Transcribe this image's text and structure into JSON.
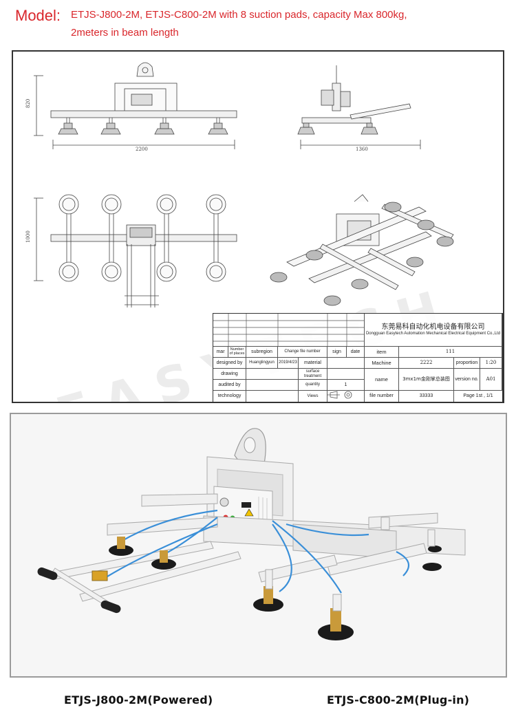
{
  "header": {
    "model_label": "Model:",
    "model_line1": "ETJS-J800-2M, ETJS-C800-2M with 8 suction pads, capacity Max 800kg,",
    "model_line2": "2meters in beam length"
  },
  "drawing": {
    "dimensions": {
      "height_front": "820",
      "width_front": "2200",
      "width_side": "1360",
      "height_top": "1000"
    },
    "watermark": "EASYTECH"
  },
  "title_block": {
    "company_cn": "东莞易科自动化机电设备有限公司",
    "company_en": "Dongguan Easytech Automation Mechanical Electrical Equipment Co.,Ltd",
    "header_row": {
      "mar": "mar",
      "number_of_places": "Number of places",
      "subregion": "subregion",
      "change_file_number": "Change file number",
      "sign": "sign",
      "date": "date"
    },
    "rows": {
      "designed_by_label": "designed by",
      "designed_by_value": "Huanglingyun",
      "designed_date": "2019/4/23",
      "material_label": "material",
      "drawing_label": "drawing",
      "surface_label": "surface treatment",
      "audited_by_label": "audited by",
      "quantity_label": "quantity",
      "quantity_value": "1",
      "technology_label": "technology",
      "views_label": "Views"
    },
    "right": {
      "item_label": "item",
      "item_value": "111",
      "machine_label": "Machine",
      "machine_value": "2222",
      "proportion_label": "proportion",
      "proportion_value": "1:20",
      "name_label": "name",
      "name_value": "3mx1m金刚掌总装图",
      "version_label": "version no.",
      "version_value": "A01",
      "file_number_label": "file number",
      "file_number_value": "33333",
      "page_label": "Page 1st , 1/1"
    }
  },
  "captions": {
    "left": "ETJS-J800-2M(Powered)",
    "right": "ETJS-C800-2M(Plug-in)"
  },
  "colors": {
    "model_red": "#d9262b",
    "frame_white": "#eeeeee",
    "hose_blue": "#3a8fd8",
    "pad_black": "#1b1b1b"
  }
}
